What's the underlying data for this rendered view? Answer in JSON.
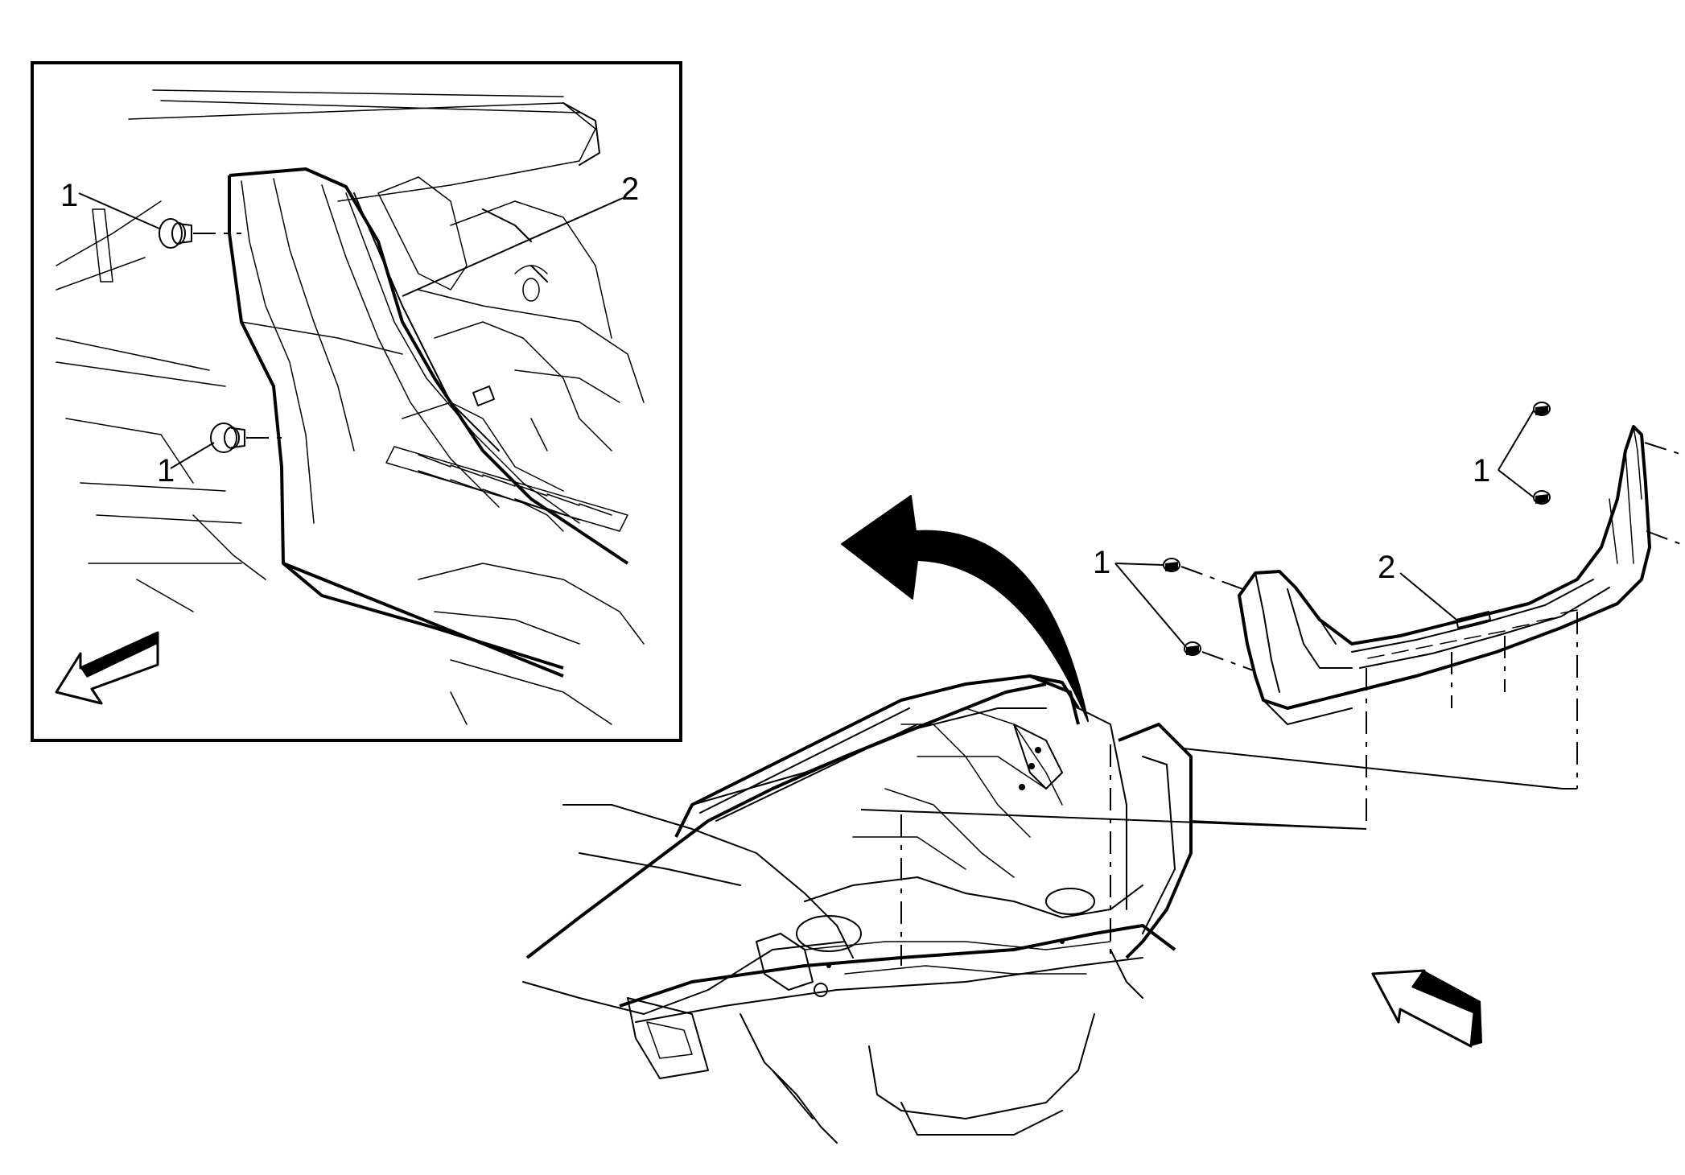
{
  "diagram": {
    "callouts": {
      "inset_fastener_top": "1",
      "inset_fastener_bottom": "1",
      "inset_trim_panel": "2",
      "main_fasteners_left": "1",
      "main_fasteners_right": "1",
      "main_trim_panel": "2"
    },
    "icons": {
      "removal_arrow": "curved-arrow-icon",
      "inset_direction_arrow": "view-direction-arrow-icon",
      "main_direction_arrow": "view-direction-arrow-icon"
    }
  }
}
